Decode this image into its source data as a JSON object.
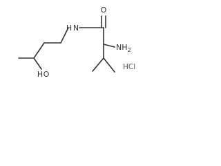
{
  "molecule": {
    "atoms": {
      "oxygen": "O",
      "amide_nitrogen": "N",
      "amide_hydrogen": "H",
      "amine_nh2": "NH",
      "amine_subscript": "2",
      "hydroxyl_h": "H",
      "hydroxyl_o": "O"
    },
    "salt": "HCl"
  },
  "colors": {
    "bond": "#333333",
    "text": "#333333",
    "salt_text": "#555555",
    "background": "#ffffff"
  }
}
